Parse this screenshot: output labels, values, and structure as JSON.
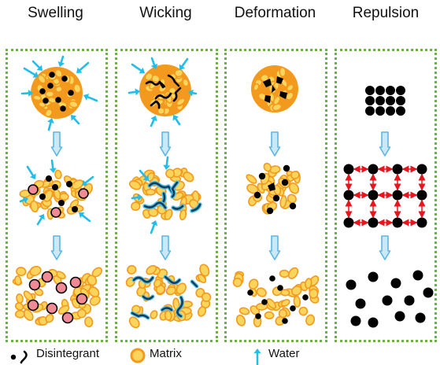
{
  "titles": {
    "swelling": "Swelling",
    "wicking": "Wicking",
    "deformation": "Deformation",
    "repulsion": "Repulsion"
  },
  "legend": {
    "disintegrant": "Disintegrant",
    "matrix": "Matrix",
    "water": "Water"
  },
  "colors": {
    "matrix_fill": "#fbd45c",
    "matrix_outline": "#f39a1e",
    "disintegrant": "#000000",
    "swollen_disintegrant": "#f08a96",
    "water_arrow": "#23bde9",
    "process_arrow_fill": "#cbe8f7",
    "process_arrow_stroke": "#5fb6e3",
    "panel_border": "#6cb144",
    "repulsion_force": "#e8141e",
    "wick_channel": "#173b5a"
  }
}
